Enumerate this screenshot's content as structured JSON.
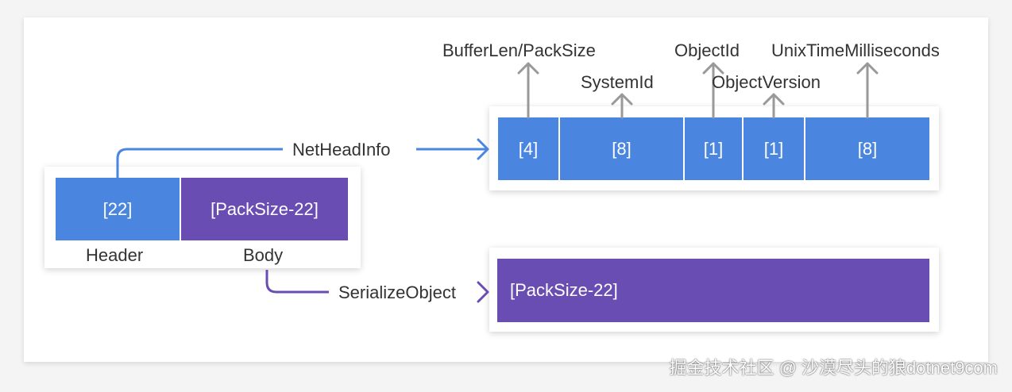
{
  "header_box": {
    "header_cell": "[22]",
    "body_cell": "[PackSize-22]",
    "header_caption": "Header",
    "body_caption": "Body"
  },
  "connectors": {
    "net_head_info": "NetHeadInfo",
    "serialize_object": "SerializeObject"
  },
  "net_head_fields": {
    "cells": [
      "[4]",
      "[8]",
      "[1]",
      "[1]",
      "[8]"
    ],
    "labels": {
      "buffer_len": "BufferLen/PackSize",
      "system_id": "SystemId",
      "object_id": "ObjectId",
      "object_version": "ObjectVersion",
      "unix_time": "UnixTimeMilliseconds"
    }
  },
  "body_box": {
    "cell": "[PackSize-22]"
  },
  "watermark": "掘金技术社区 @ 沙漠尽头的狼dotnet9com",
  "colors": {
    "blue": "#4a86e0",
    "purple": "#6a4db3",
    "arrow_gray": "#999999"
  }
}
